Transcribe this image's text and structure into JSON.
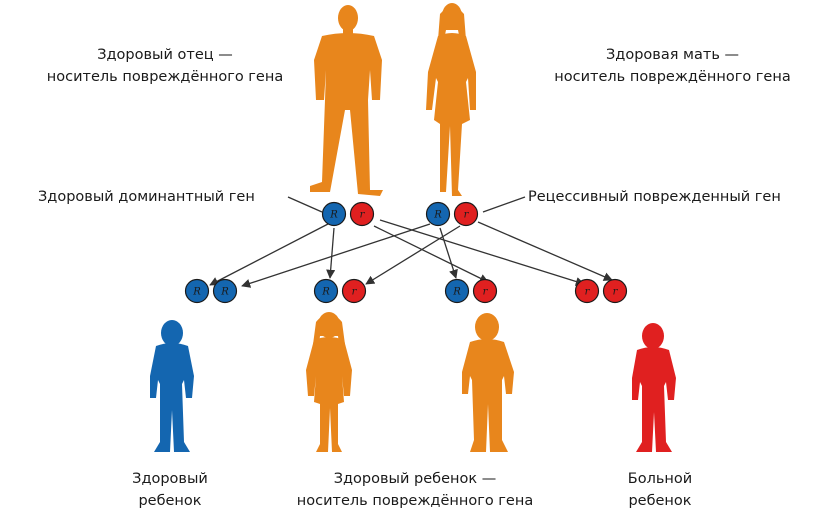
{
  "colors": {
    "dominant": "#1466b0",
    "recessive": "#e02020",
    "carrier": "#e8861c",
    "healthy": "#1466b0",
    "sick": "#e02020",
    "arrow": "#333333"
  },
  "labels": {
    "father": [
      "Здоровый отец —",
      "носитель повреждённого гена"
    ],
    "mother": [
      "Здоровая мать —",
      "носитель повреждённого гена"
    ],
    "dominant_gene": "Здоровый доминантный ген",
    "recessive_gene": "Рецессивный поврежденный ген",
    "healthy_child": [
      "Здоровый",
      "ребенок"
    ],
    "carrier_child": [
      "Здоровый ребенок —",
      "носитель повреждённого гена"
    ],
    "sick_child": [
      "Больной",
      "ребенок"
    ]
  },
  "alleles": {
    "dominant": "R",
    "recessive": "r"
  },
  "parents": [
    {
      "id": "father",
      "genotype": [
        "R",
        "r"
      ],
      "icon": "man-silhouette-icon"
    },
    {
      "id": "mother",
      "genotype": [
        "R",
        "r"
      ],
      "icon": "woman-silhouette-icon"
    }
  ],
  "children": [
    {
      "id": "child-1",
      "genotype": [
        "R",
        "R"
      ],
      "status": "healthy",
      "icon": "boy-silhouette-icon"
    },
    {
      "id": "child-2",
      "genotype": [
        "R",
        "r"
      ],
      "status": "carrier",
      "icon": "girl-silhouette-icon"
    },
    {
      "id": "child-3",
      "genotype": [
        "R",
        "r"
      ],
      "status": "carrier",
      "icon": "boy-silhouette-icon"
    },
    {
      "id": "child-4",
      "genotype": [
        "r",
        "r"
      ],
      "status": "sick",
      "icon": "boy-silhouette-icon"
    }
  ]
}
